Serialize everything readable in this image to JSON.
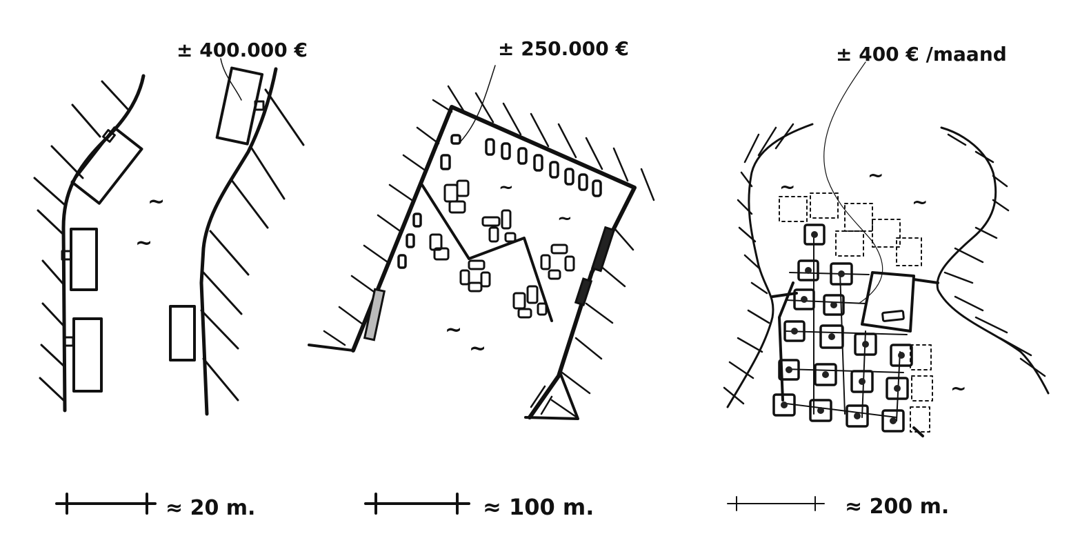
{
  "panels": [
    {
      "price": "± 400.000 €",
      "scale": "≈ 20 m."
    },
    {
      "price": "± 250.000 €",
      "scale": "≈ 100 m."
    },
    {
      "price": "± 400 € /maand",
      "scale": "≈ 200 m."
    }
  ],
  "water_symbol": "~",
  "ink_color": "#111111",
  "fill_gray": "#bbbbbb"
}
